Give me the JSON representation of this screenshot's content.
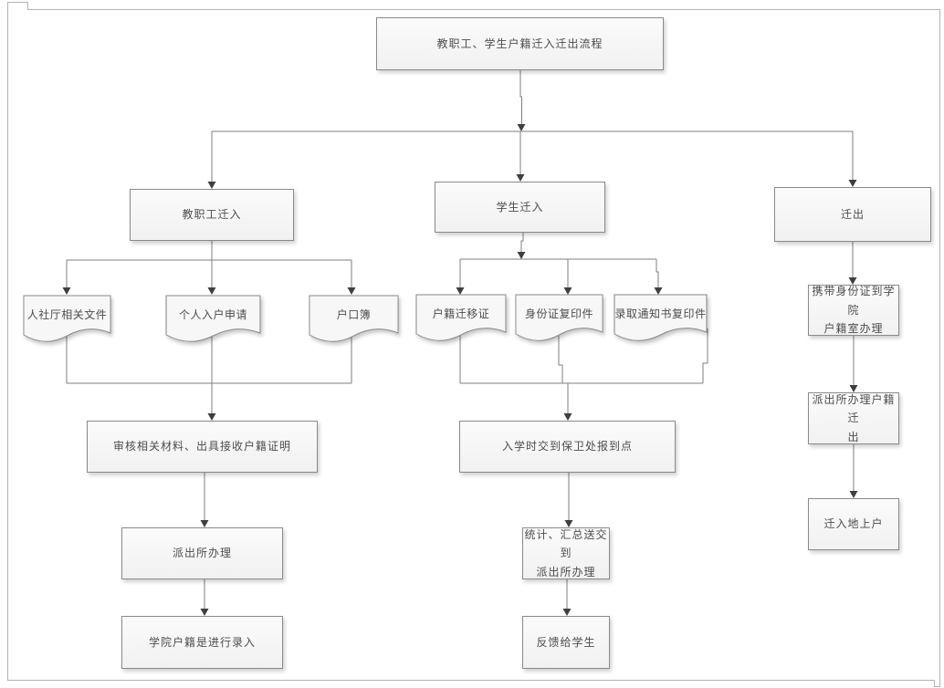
{
  "diagram": {
    "nodes": {
      "title": {
        "label": "教职工、学生户籍迁入迁出流程",
        "shape": "process"
      },
      "staff_in": {
        "label": "教职工迁入",
        "shape": "process"
      },
      "student_in": {
        "label": "学生迁入",
        "shape": "process"
      },
      "move_out": {
        "label": "迁出",
        "shape": "process"
      },
      "doc_renshe": {
        "label": "人社厅相关文件",
        "shape": "document"
      },
      "doc_apply": {
        "label": "个人入户申请",
        "shape": "document"
      },
      "doc_hukou": {
        "label": "户口簿",
        "shape": "document"
      },
      "doc_qianyi": {
        "label": "户籍迁移证",
        "shape": "document"
      },
      "doc_id_copy": {
        "label": "身份证复印件",
        "shape": "document"
      },
      "doc_notice_copy": {
        "label": "录取通知书复印件",
        "shape": "document"
      },
      "review": {
        "label": "审核相关材料、出具接收户籍证明",
        "shape": "process"
      },
      "police_staff": {
        "label": "派出所办理",
        "shape": "process"
      },
      "college_entry": {
        "label": "学院户籍是进行录入",
        "shape": "process"
      },
      "submit_security": {
        "label": "入学时交到保卫处报到点",
        "shape": "process"
      },
      "stats_submit": {
        "label": "统计、汇总送交到\n派出所办理",
        "shape": "process"
      },
      "feedback": {
        "label": "反馈给学生",
        "shape": "process"
      },
      "bring_id": {
        "label": "携带身份证到学院\n户籍室办理",
        "shape": "process"
      },
      "police_out": {
        "label": "派出所办理户籍迁\n出",
        "shape": "process"
      },
      "settle_in": {
        "label": "迁入地上户",
        "shape": "process"
      }
    },
    "edges": [
      {
        "from": "教职工、学生户籍迁入迁出流程",
        "to": "教职工迁入"
      },
      {
        "from": "教职工、学生户籍迁入迁出流程",
        "to": "学生迁入"
      },
      {
        "from": "教职工、学生户籍迁入迁出流程",
        "to": "迁出"
      },
      {
        "from": "教职工迁入",
        "to": "人社厅相关文件"
      },
      {
        "from": "教职工迁入",
        "to": "个人入户申请"
      },
      {
        "from": "教职工迁入",
        "to": "户口簿"
      },
      {
        "from": "人社厅相关文件",
        "to": "审核相关材料、出具接收户籍证明"
      },
      {
        "from": "个人入户申请",
        "to": "审核相关材料、出具接收户籍证明"
      },
      {
        "from": "户口簿",
        "to": "审核相关材料、出具接收户籍证明"
      },
      {
        "from": "审核相关材料、出具接收户籍证明",
        "to": "派出所办理"
      },
      {
        "from": "派出所办理",
        "to": "学院户籍是进行录入"
      },
      {
        "from": "学生迁入",
        "to": "户籍迁移证"
      },
      {
        "from": "学生迁入",
        "to": "身份证复印件"
      },
      {
        "from": "学生迁入",
        "to": "录取通知书复印件"
      },
      {
        "from": "户籍迁移证",
        "to": "入学时交到保卫处报到点"
      },
      {
        "from": "身份证复印件",
        "to": "入学时交到保卫处报到点"
      },
      {
        "from": "录取通知书复印件",
        "to": "入学时交到保卫处报到点"
      },
      {
        "from": "入学时交到保卫处报到点",
        "to": "统计、汇总送交到派出所办理"
      },
      {
        "from": "统计、汇总送交到派出所办理",
        "to": "反馈给学生"
      },
      {
        "from": "迁出",
        "to": "携带身份证到学院户籍室办理"
      },
      {
        "from": "携带身份证到学院户籍室办理",
        "to": "派出所办理户籍迁出"
      },
      {
        "from": "派出所办理户籍迁出",
        "to": "迁入地上户"
      }
    ],
    "colors": {
      "line": "#7f7f7f",
      "arrow": "#3f3f3f",
      "node_border": "#8a8a8a",
      "node_fill": "#f5f5f5",
      "text": "#4d4d4d",
      "frame": "#b3b3b3"
    }
  }
}
